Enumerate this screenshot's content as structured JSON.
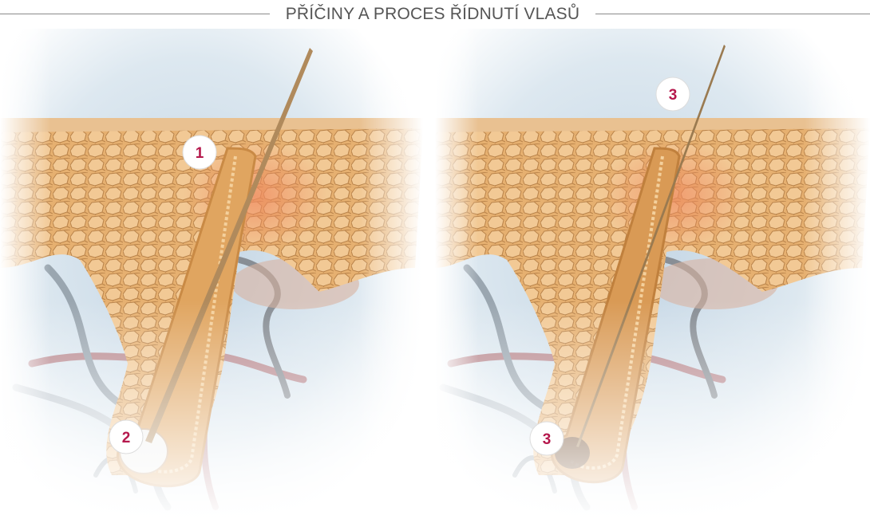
{
  "header": {
    "title": "PŘÍČINY A PROCES ŘÍDNUTÍ VLASŮ"
  },
  "colors": {
    "accent": "#b5184c",
    "skin": "#e9b878",
    "skin_dark": "#c98a45",
    "background_blue": "#c9d9e6",
    "vessel_red": "#b98a90",
    "vessel_gray": "#9aa6b0"
  },
  "panels": [
    {
      "name": "healthy-follicle",
      "markers": [
        {
          "label": "1"
        },
        {
          "label": "2"
        }
      ]
    },
    {
      "name": "thinning-follicle",
      "markers": [
        {
          "label": "3"
        },
        {
          "label": "3"
        }
      ]
    }
  ]
}
